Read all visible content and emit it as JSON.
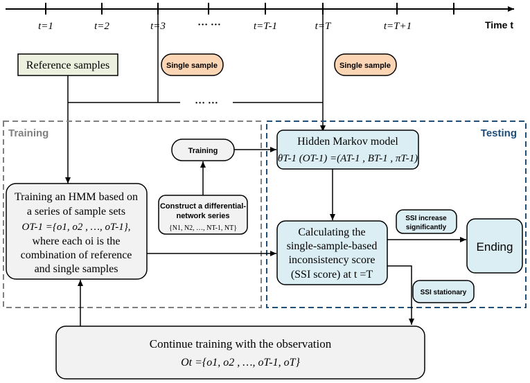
{
  "timeline": {
    "ticks": [
      "t=1",
      "t=2",
      "t=3",
      "··· ···",
      "t=T-1",
      "t=T",
      "t=T+1"
    ],
    "axis_label": "Time t"
  },
  "reference_box": {
    "label": "Reference samples"
  },
  "single_sample_1": {
    "label": "Single sample"
  },
  "single_sample_2": {
    "label": "Single sample"
  },
  "middle_dots": "··· ···",
  "training_region": {
    "title": "Training"
  },
  "testing_region": {
    "title": "Testing"
  },
  "training_pill": {
    "label": "Training"
  },
  "hmm_box": {
    "line1": "Hidden Markov model",
    "line2": "θT-1 (OT-1) =(AT-1 , BT-1 , πT-1)"
  },
  "construct_box": {
    "line1": "Construct a differential-",
    "line2": "network series",
    "line3": "{N1, N2, …, NT-1, NT}"
  },
  "train_hmm_box": {
    "line1": "Training an HMM based on",
    "line2": "a series of sample sets",
    "line3": "OT-1 ={o1, o2 , …, oT-1},",
    "line4": "where each oi is the",
    "line5": "combination of reference",
    "line6": "and single samples"
  },
  "calc_box": {
    "line1": "Calculating the",
    "line2": "single-sample-based",
    "line3": "inconsistency score",
    "line4": "(SSI score) at t =T"
  },
  "ssi_increase": {
    "line1": "SSI increase",
    "line2": "significantly"
  },
  "ssi_stationary": {
    "label": "SSI stationary"
  },
  "ending_box": {
    "label": "Ending"
  },
  "continue_box": {
    "line1": "Continue training with the observation",
    "line2": "Ot ={o1, o2 , …, oT-1, oT}"
  },
  "colors": {
    "green_fill": "#ebf1de",
    "orange_fill": "#fcd5b5",
    "blue_fill": "#dbeef4",
    "gray_fill": "#f2f2f2",
    "training_dash": "#7f7f7f",
    "testing_dash": "#1f4e79"
  }
}
